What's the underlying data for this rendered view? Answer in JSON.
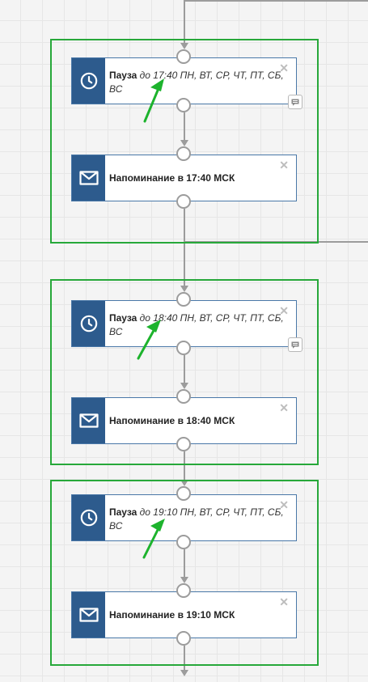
{
  "colors": {
    "group_border": "#27a83a",
    "node_border": "#4a78a8",
    "icon_background": "#2d5b8d",
    "connector": "#9c9c9c",
    "annotation_arrow": "#1db32d"
  },
  "groups": [
    {
      "pause": {
        "label": "Пауза",
        "schedule": "до 17:40 ПН, ВТ, СР, ЧТ, ПТ, СБ, ВС",
        "icon": "clock-icon",
        "close_symbol": "✕"
      },
      "reminder": {
        "label": "Напоминание в 17:40 МСК",
        "icon": "envelope-icon",
        "close_symbol": "✕"
      },
      "has_comment_button": true
    },
    {
      "pause": {
        "label": "Пауза",
        "schedule": "до 18:40 ПН, ВТ, СР, ЧТ, ПТ, СБ, ВС",
        "icon": "clock-icon",
        "close_symbol": "✕"
      },
      "reminder": {
        "label": "Напоминание в 18:40 МСК",
        "icon": "envelope-icon",
        "close_symbol": "✕"
      },
      "has_comment_button": true
    },
    {
      "pause": {
        "label": "Пауза",
        "schedule": "до 19:10 ПН, ВТ, СР, ЧТ, ПТ, СБ, ВС",
        "icon": "clock-icon",
        "close_symbol": "✕"
      },
      "reminder": {
        "label": "Напоминание в 19:10 МСК",
        "icon": "envelope-icon",
        "close_symbol": "✕"
      },
      "has_comment_button": false
    }
  ]
}
